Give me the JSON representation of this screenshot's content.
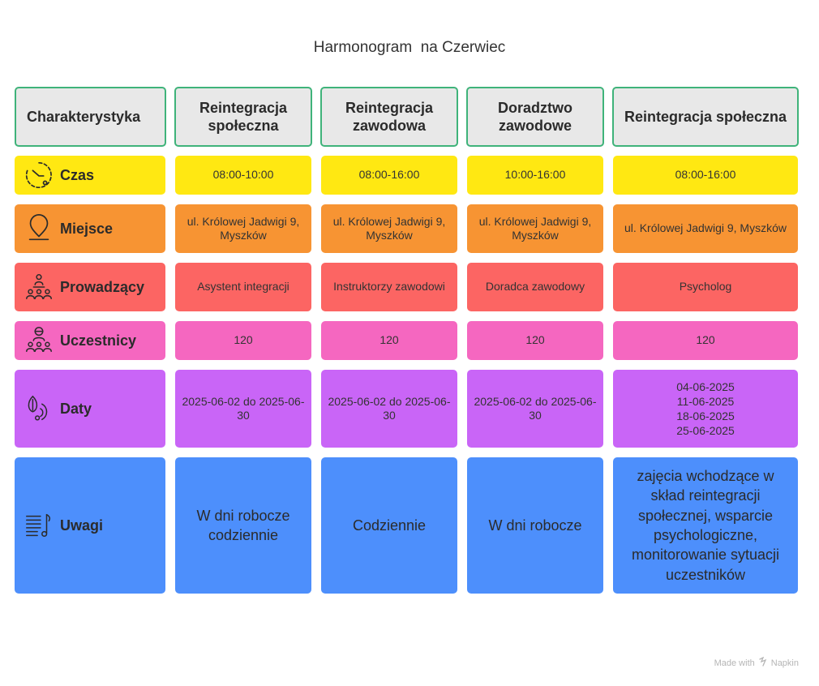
{
  "title": "Harmonogram  na Czerwiec",
  "header": {
    "label": "Charakterystyka",
    "columns": [
      "Reintegracja społeczna",
      "Reintegracja zawodowa",
      "Doradztwo zawodowe",
      "Reintegracja społeczna"
    ]
  },
  "rows": [
    {
      "label": "Czas",
      "icon": "clock-icon",
      "color": "#ffe812",
      "values": [
        "08:00-10:00",
        "08:00-16:00",
        "10:00-16:00",
        "08:00-16:00"
      ]
    },
    {
      "label": "Miejsce",
      "icon": "location-pin-icon",
      "color": "#f79433",
      "values": [
        "ul. Królowej Jadwigi 9, Myszków",
        "ul. Królowej Jadwigi 9, Myszków",
        "ul. Królowej Jadwigi 9, Myszków",
        "ul. Królowej Jadwigi 9, Myszków"
      ]
    },
    {
      "label": "Prowadzący",
      "icon": "presenter-group-icon",
      "color": "#fc6563",
      "values": [
        "Asystent integracji",
        "Instruktorzy zawodowi",
        "Doradca zawodowy",
        "Psycholog"
      ]
    },
    {
      "label": "Uczestnicy",
      "icon": "participants-group-icon",
      "color": "#f567c0",
      "values": [
        "120",
        "120",
        "120",
        "120"
      ]
    },
    {
      "label": "Daty",
      "icon": "calendar-leaves-icon",
      "color": "#c965f7",
      "values": [
        "2025-06-02 do 2025-06-30",
        "2025-06-02 do 2025-06-30",
        "2025-06-02 do 2025-06-30",
        "04-06-2025\n11-06-2025\n18-06-2025\n25-06-2025"
      ]
    },
    {
      "label": "Uwagi",
      "icon": "notes-music-icon",
      "color": "#4d8ffc",
      "values": [
        "W dni robocze codziennie",
        "Codziennie",
        "W dni robocze",
        "zajęcia wchodzące w skład reintegracji społecznej, wsparcie psychologiczne, monitorowanie sytuacji uczestników"
      ]
    }
  ],
  "footer": {
    "text": "Made with",
    "brand": "Napkin"
  }
}
